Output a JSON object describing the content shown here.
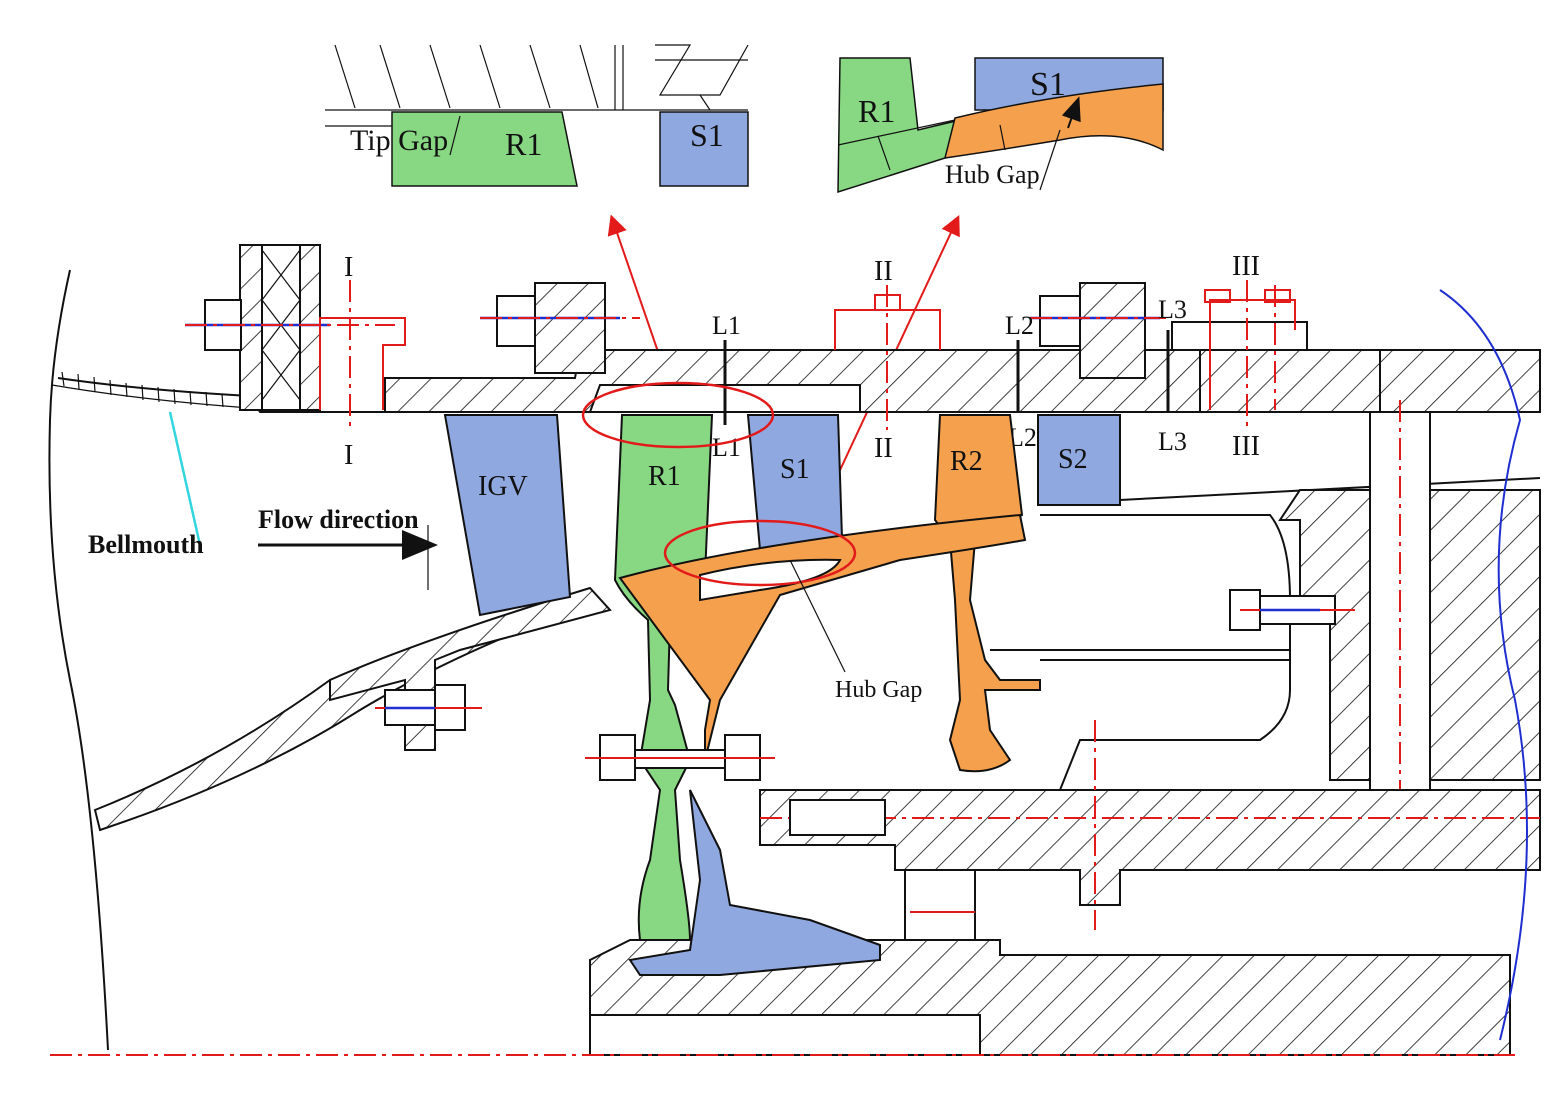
{
  "colors": {
    "rotor": "#88d883",
    "stator": "#90a8e0",
    "rotor2": "#f5a04c",
    "highlight": "#e21a1a",
    "bellmouth_line": "#33d6e0",
    "edge_line": "#1f2fcf"
  },
  "inset_tip": {
    "tip_gap_label": "Tip Gap",
    "rotor_label": "R1",
    "stator_label": "S1"
  },
  "inset_hub": {
    "rotor_label": "R1",
    "stator_label": "S1",
    "hub_gap_label": "Hub Gap"
  },
  "main": {
    "bellmouth_label": "Bellmouth",
    "flow_label": "Flow direction",
    "igv_label": "IGV",
    "r1_label": "R1",
    "s1_label": "S1",
    "r2_label": "R2",
    "s2_label": "S2",
    "hub_gap_label": "Hub Gap",
    "section_I": "I",
    "section_II": "II",
    "section_III": "III",
    "L1": "L1",
    "L2": "L2",
    "L3": "L3"
  }
}
